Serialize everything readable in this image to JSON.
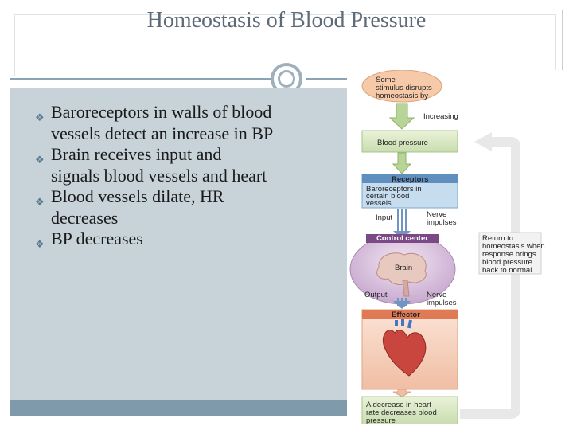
{
  "slide": {
    "title": "Homeostasis of Blood Pressure",
    "bullets": [
      "Baroreceptors in walls of blood vessels detect an increase in BP",
      "Brain receives input and signals blood vessels and heart",
      "Blood vessels dilate, HR decreases",
      "BP decreases"
    ]
  },
  "diagram": {
    "stimulus": [
      "Some",
      "stimulus disrupts",
      "homeostasis by"
    ],
    "increasing": "Increasing",
    "blood_pressure": "Blood pressure",
    "receptors_header": "Receptors",
    "receptors_body": [
      "Baroreceptors in",
      "certain blood",
      "vessels"
    ],
    "input": "Input",
    "nerve_impulses": [
      "Nerve",
      "impulses"
    ],
    "control_center": "Control center",
    "brain": "Brain",
    "output": "Output",
    "effector": "Effector",
    "return": [
      "Return to",
      "homeostasis when",
      "response brings",
      "blood pressure",
      "back to normal"
    ],
    "result": [
      "A decrease in heart",
      "rate decreases blood",
      "pressure"
    ]
  }
}
